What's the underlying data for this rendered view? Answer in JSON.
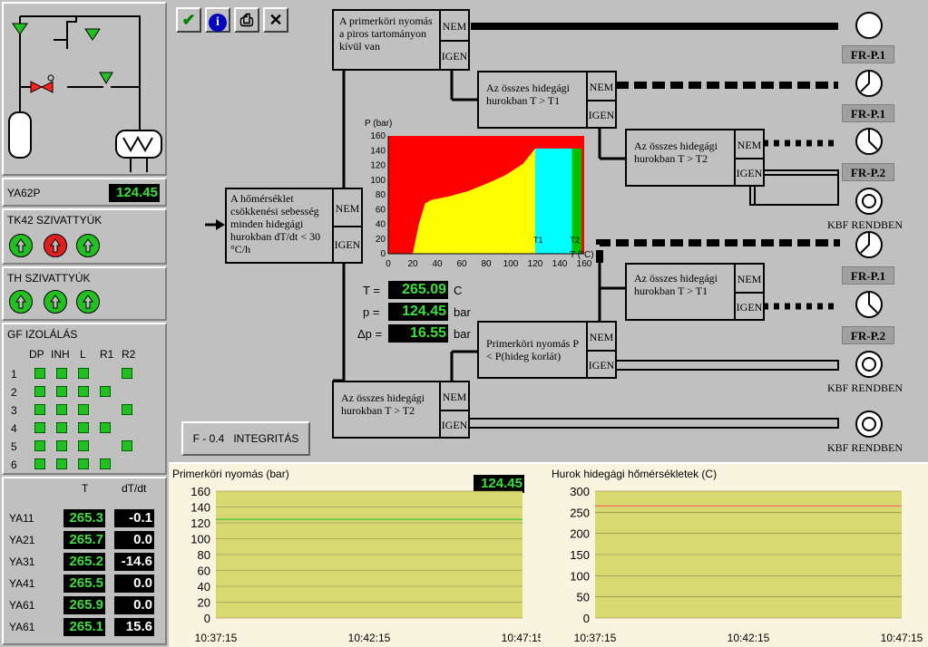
{
  "left": {
    "ya62p_label": "YA62P",
    "ya62p_value": "124.45",
    "tk42_title": "TK42 SZIVATTYÚK",
    "th_title": "TH SZIVATTYÚK",
    "gf_title": "GF IZOLÁLÁS",
    "gf_cols": [
      "DP",
      "INH",
      "L",
      "R1",
      "R2"
    ],
    "gf_rows": [
      "1",
      "2",
      "3",
      "4",
      "5",
      "6"
    ],
    "temp_col_t": "T",
    "temp_col_dt": "dT/dt",
    "temps": [
      {
        "name": "YA11",
        "t": "265.3",
        "dt": "-0.1"
      },
      {
        "name": "YA21",
        "t": "265.7",
        "dt": "0.0"
      },
      {
        "name": "YA31",
        "t": "265.2",
        "dt": "-14.6"
      },
      {
        "name": "YA41",
        "t": "265.5",
        "dt": "0.0"
      },
      {
        "name": "YA61",
        "t": "265.9",
        "dt": "0.0"
      },
      {
        "name": "YA61",
        "t": "265.1",
        "dt": "15.6"
      }
    ],
    "tk42_pumps": [
      "green",
      "red",
      "green"
    ],
    "th_pumps": [
      "green",
      "green",
      "green"
    ]
  },
  "toolbar": {
    "ok_glyph": "✔",
    "info_glyph": "i",
    "print_glyph": "⎙",
    "close_glyph": "✕"
  },
  "boxes": {
    "b1": "A primerköri nyomás a piros tartományon kívül van",
    "b2": "Az összes hidegági hurokban T > T1",
    "b3": "Az összes hidegági hurokban T > T2",
    "b4": "A hőmérséklet csökkenési sebesség minden hidegági hurokban dT/dt < 30 °C/h",
    "b5": "Az összes hidegági hurokban T > T1",
    "b6": "Primerköri nyomás P < P(hideg korlát)",
    "b7": "Az összes hidegági hurokban T > T2",
    "nem": "NEM",
    "igen": "IGEN"
  },
  "outputs": {
    "o1": "FR-P.1",
    "o2": "FR-P.1",
    "o3": "FR-P.2",
    "o4": "KBF RENDBEN",
    "o5": "FR-P.1",
    "o6": "FR-P.2",
    "o7": "KBF RENDBEN",
    "o8": "KBF RENDBEN"
  },
  "readouts": {
    "t_label": "T =",
    "t_value": "265.09",
    "t_unit": "C",
    "p_label": "p =",
    "p_value": "124.45",
    "p_unit": "bar",
    "dp_label": "Δp =",
    "dp_value": "16.55",
    "dp_unit": "bar"
  },
  "integritas": "F - 0.4   INTEGRITÁS",
  "colors": {
    "red": "#ff0000",
    "yellow": "#ffff00",
    "cyan": "#00ffff",
    "green": "#00c000",
    "olive": "#d8d870"
  },
  "chart_data": [
    {
      "type": "area",
      "xlabel": "T (°C)",
      "ylabel": "P (bar)",
      "xlim": [
        0,
        160
      ],
      "ylim": [
        0,
        160
      ],
      "xticks": [
        0,
        20,
        40,
        60,
        80,
        100,
        120,
        140,
        160
      ],
      "yticks": [
        0,
        20,
        40,
        60,
        80,
        100,
        120,
        140,
        160
      ],
      "regions": [
        {
          "color": "red",
          "polygon": [
            [
              0,
              0
            ],
            [
              160,
              0
            ],
            [
              160,
              160
            ],
            [
              0,
              160
            ]
          ]
        },
        {
          "color": "yellow",
          "polygon": [
            [
              20,
              0
            ],
            [
              120,
              0
            ],
            [
              120,
              143
            ],
            [
              110,
              122
            ],
            [
              95,
              106
            ],
            [
              80,
              95
            ],
            [
              65,
              85
            ],
            [
              50,
              78
            ],
            [
              35,
              73
            ],
            [
              30,
              68
            ],
            [
              25,
              40
            ],
            [
              20,
              0
            ]
          ]
        },
        {
          "color": "cyan",
          "polygon": [
            [
              120,
              0
            ],
            [
              150,
              0
            ],
            [
              150,
              143
            ],
            [
              120,
              143
            ]
          ]
        },
        {
          "color": "green",
          "polygon": [
            [
              150,
              0
            ],
            [
              158,
              0
            ],
            [
              158,
              143
            ],
            [
              150,
              143
            ]
          ]
        }
      ],
      "annotations": [
        "T1",
        "T2"
      ],
      "annotation_x": [
        120,
        150
      ]
    },
    {
      "type": "line",
      "title": "Primerköri nyomás (bar)",
      "current_value": "124.45",
      "ylim": [
        0,
        160
      ],
      "yticks": [
        0,
        20,
        40,
        60,
        80,
        100,
        120,
        140,
        160
      ],
      "xticks": [
        "10:37:15",
        "10:42:15",
        "10:47:15"
      ],
      "series": [
        {
          "values": [
            124.45,
            124.45,
            124.45
          ],
          "color": "#40c040"
        }
      ]
    },
    {
      "type": "line",
      "title": "Hurok hidegági hőmérsékletek (C)",
      "ylim": [
        0,
        300
      ],
      "yticks": [
        0,
        50,
        100,
        150,
        200,
        250,
        300
      ],
      "xticks": [
        "10:37:15",
        "10:42:15",
        "10:47:15"
      ],
      "series": [
        {
          "values": [
            265,
            265,
            265
          ],
          "color": "#ff6060"
        }
      ]
    }
  ]
}
